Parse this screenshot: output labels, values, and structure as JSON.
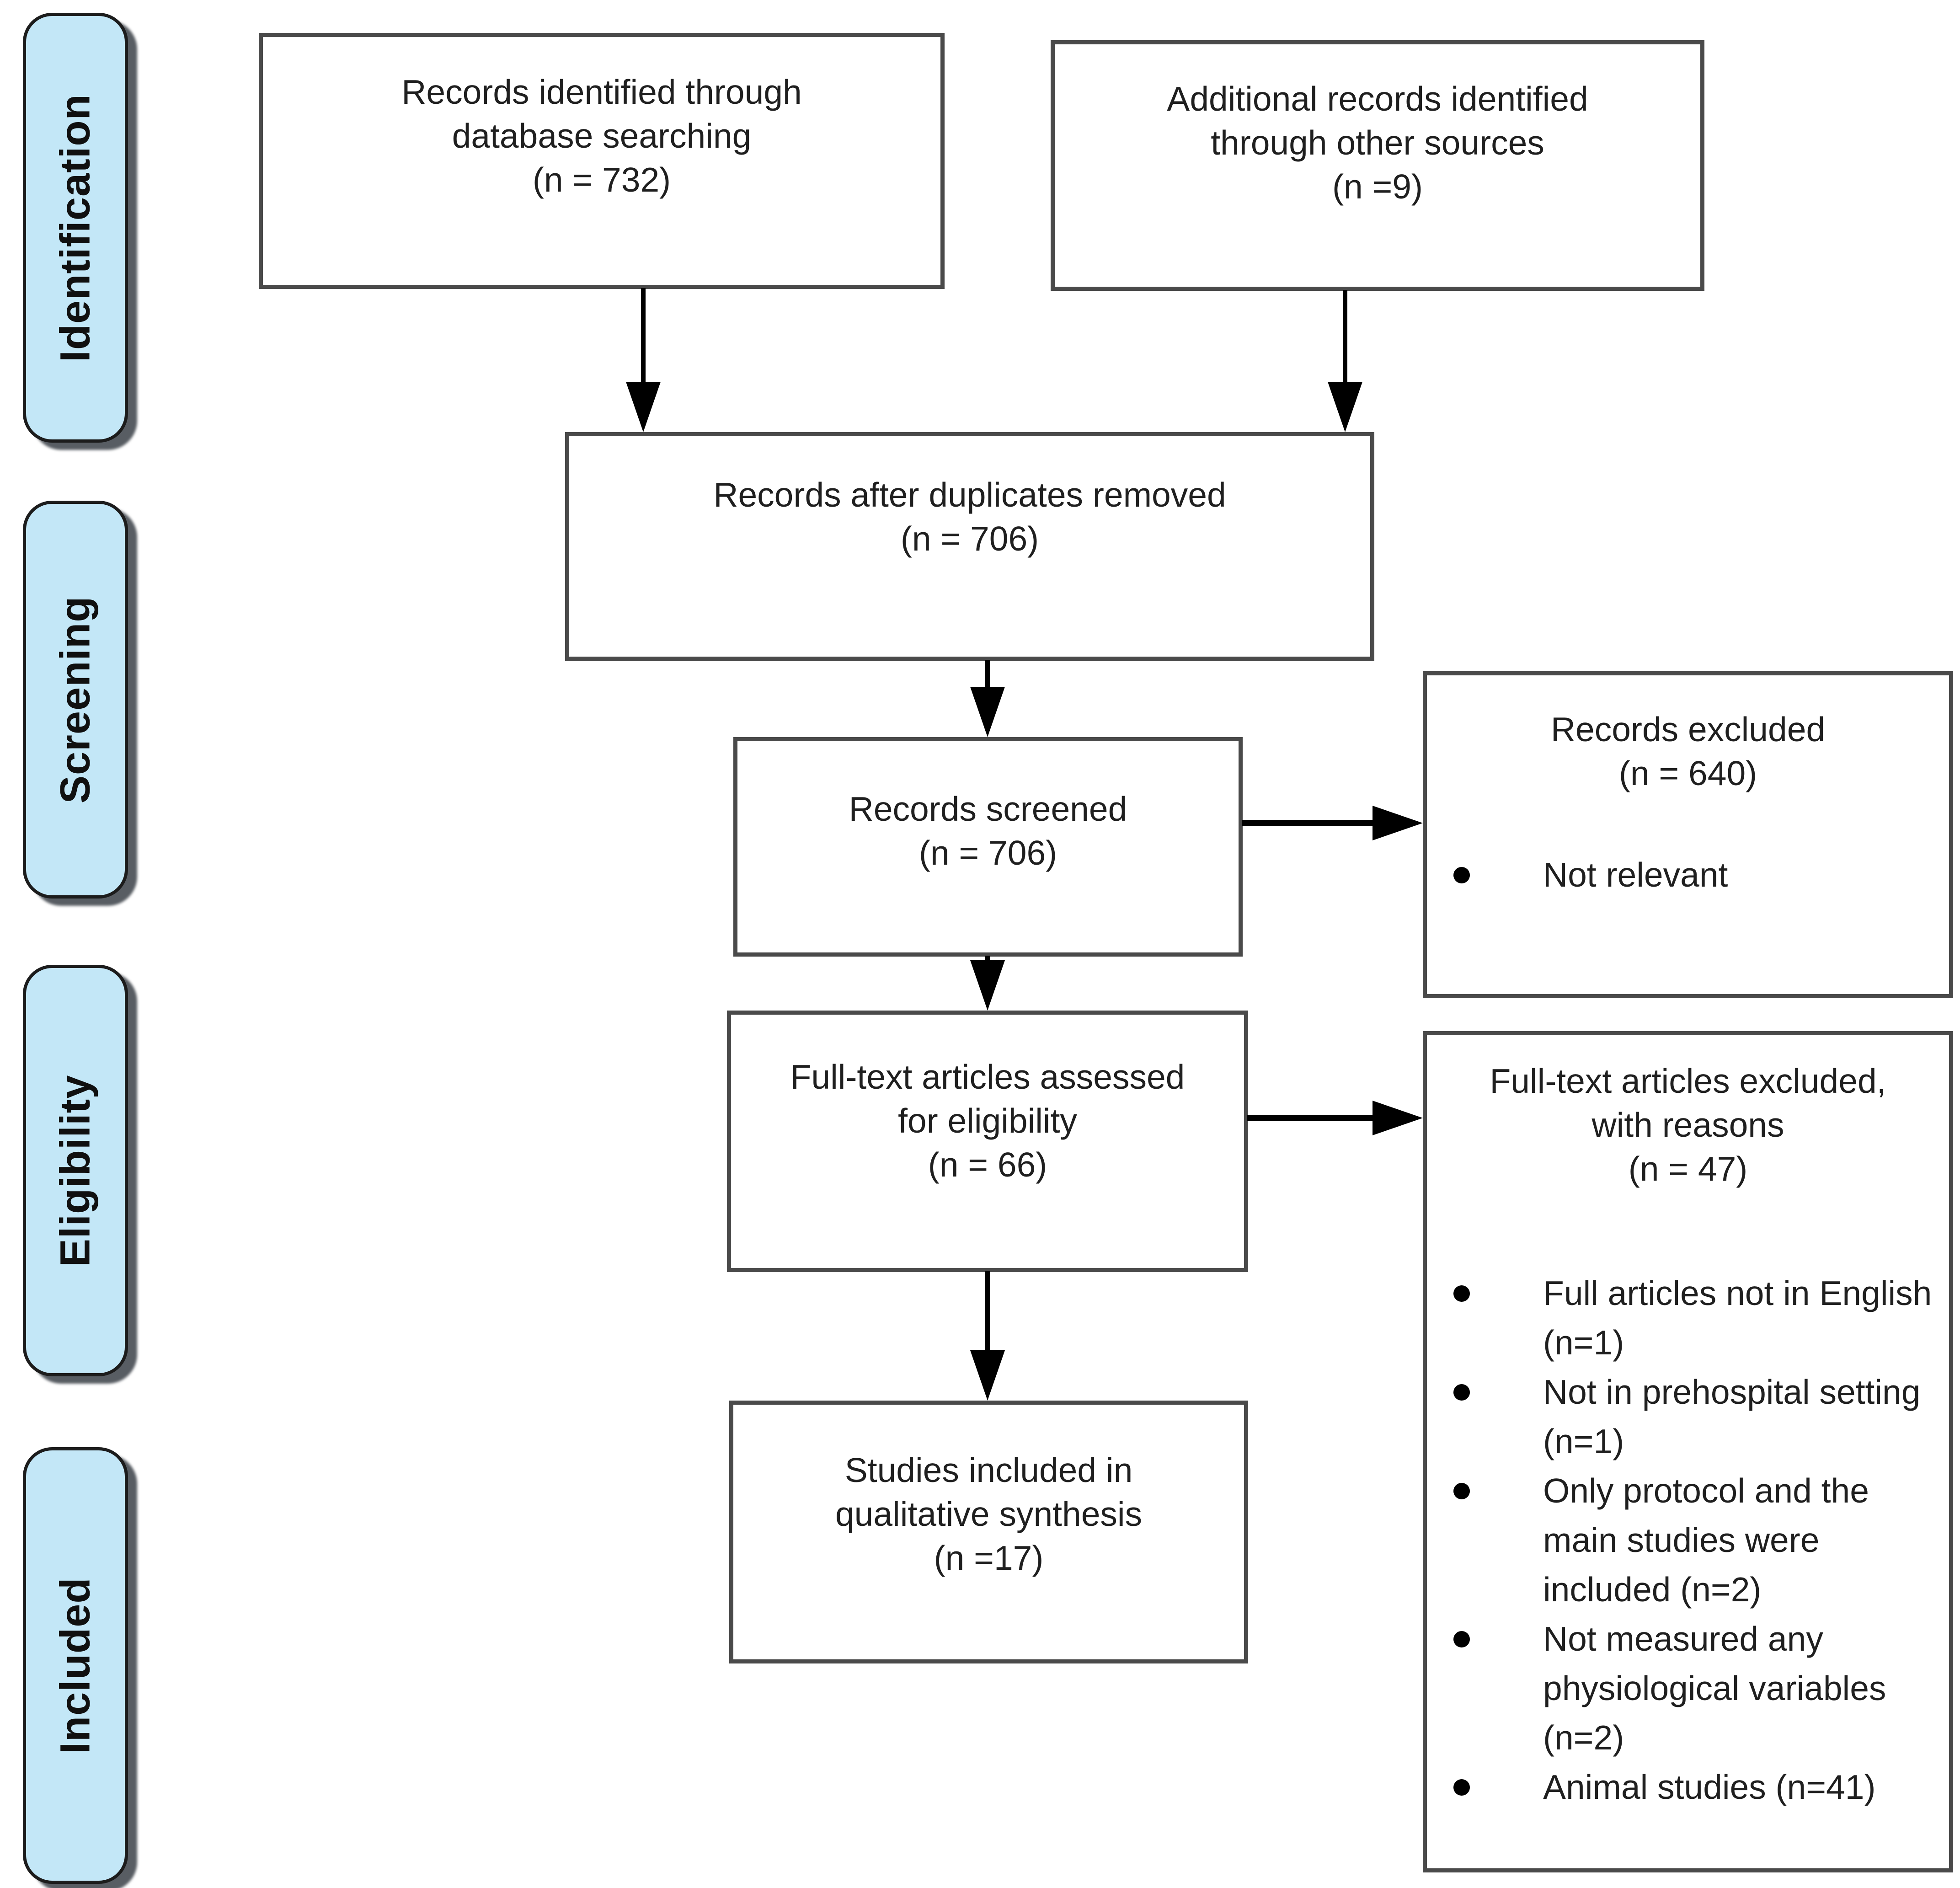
{
  "stages": [
    {
      "label": "Identification"
    },
    {
      "label": "Screening"
    },
    {
      "label": "Eligibility"
    },
    {
      "label": "Included"
    }
  ],
  "boxes": {
    "records_identified": {
      "lines": [
        "Records identified through",
        "database searching",
        "(n = 732)"
      ]
    },
    "additional_records": {
      "lines": [
        "Additional records identified",
        "through other sources",
        "(n =9)"
      ]
    },
    "duplicates_removed": {
      "lines": [
        "Records after duplicates removed",
        "(n = 706)"
      ]
    },
    "records_screened": {
      "lines": [
        "Records screened",
        "(n = 706)"
      ]
    },
    "records_excluded": {
      "lines": [
        "Records excluded",
        "(n = 640)"
      ],
      "bullets": [
        "Not relevant"
      ]
    },
    "fulltext_assessed": {
      "lines": [
        "Full-text articles assessed",
        "for eligibility",
        "(n = 66)"
      ]
    },
    "fulltext_excluded": {
      "lines": [
        "Full-text articles excluded,",
        "with reasons",
        "(n = 47)"
      ],
      "bullets": [
        "Full articles not in English (n=1)",
        "Not in prehospital setting (n=1)",
        "Only protocol and the main studies were included (n=2)",
        "Not measured any physiological variables (n=2)",
        "Animal studies (n=41)"
      ]
    },
    "studies_included": {
      "lines": [
        "Studies included in",
        "qualitative synthesis",
        "(n =17)"
      ]
    }
  },
  "colors": {
    "stage_fill": "#c3e7f7",
    "stage_border": "#1c1c1c",
    "box_border": "#4a4a4a",
    "arrow": "#000000",
    "text": "#1f1f1f"
  }
}
